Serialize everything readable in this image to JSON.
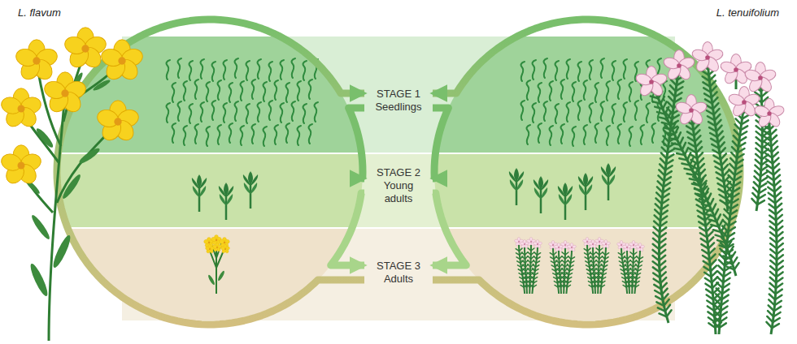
{
  "diagram": {
    "nodes": [
      {
        "text": [
          "STAGE 1",
          "Seedlings"
        ]
      },
      {
        "text": [
          "STAGE 2",
          "Young adults"
        ]
      },
      {
        "text": [
          "STAGE 3",
          "Adults"
        ]
      }
    ],
    "edges": [
      {
        "from": 0,
        "to": 1,
        "arrow": "to"
      },
      {
        "from": 1,
        "to": 2,
        "arrow": "to"
      },
      {
        "from": 2,
        "to": 0,
        "arrow": "to"
      },
      {
        "from": 0,
        "to": 1,
        "arrow": "to"
      },
      {
        "from": 1,
        "to": 2,
        "arrow": "to"
      },
      {
        "from": 2,
        "to": 0,
        "arrow": "to"
      }
    ],
    "labels": [
      "L. flavum",
      "L. tenuifolium"
    ]
  }
}
